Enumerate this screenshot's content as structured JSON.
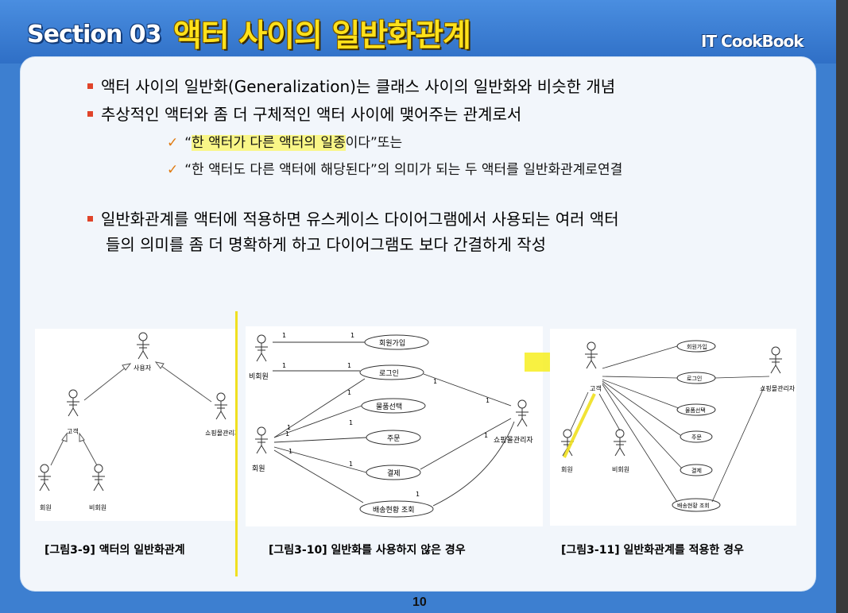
{
  "header": {
    "section_label": "Section 03",
    "section_title": "액터 사이의 일반화관계",
    "brand": "IT CookBook"
  },
  "bullets": [
    "액터 사이의 일반화(Generalization)는 클래스 사이의 일반화와 비슷한 개념",
    "추상적인 액터와 좀 더 구체적인 액터 사이에 맺어주는 관계로서",
    "일반화관계를 액터에 적용하면 유스케이스 다이어그램에서 사용되는 여러 액터",
    "들의 의미를 좀 더 명확하게 하고 다이어그램도 보다 간결하게 작성"
  ],
  "sub_bullets": [
    {
      "open_quote": "“",
      "highlight": "한 액터가 다른 액터의 일종",
      "rest": "이다”또는"
    },
    {
      "text": "“한 액터도 다른 액터에 해당된다”의 의미가 되는 두 액터를 일반화관계로연결"
    }
  ],
  "figure1": {
    "caption": "[그림3-9] 액터의 일반화관계",
    "actors": {
      "top": "사용자",
      "left": "고객",
      "right": "쇼핑몰관리자",
      "bl": "회원",
      "br": "비회원"
    }
  },
  "figure2": {
    "caption": "[그림3-10] 일반화를 사용하지 않은 경우",
    "actors": {
      "a1": "비회원",
      "a2": "회원",
      "a3": "쇼핑몰관리자"
    },
    "usecases": [
      "회원가입",
      "로그인",
      "물품선택",
      "주문",
      "결제",
      "배송현황 조회"
    ],
    "multiplicity": "1"
  },
  "figure3": {
    "caption": "[그림3-11] 일반화관계를 적용한 경우",
    "actors": {
      "a1": "고객",
      "a2": "쇼핑몰관리자",
      "a3": "회원",
      "a4": "비회원"
    },
    "usecases": [
      "회원가입",
      "로그인",
      "물품선택",
      "주문",
      "결제",
      "배송현황 조회"
    ]
  },
  "page_number": "10",
  "colors": {
    "accent_yellow": "#ffe11a",
    "bullet": "#e0442a",
    "check": "#e07a10",
    "bg_blue": "#3d7fd0"
  }
}
